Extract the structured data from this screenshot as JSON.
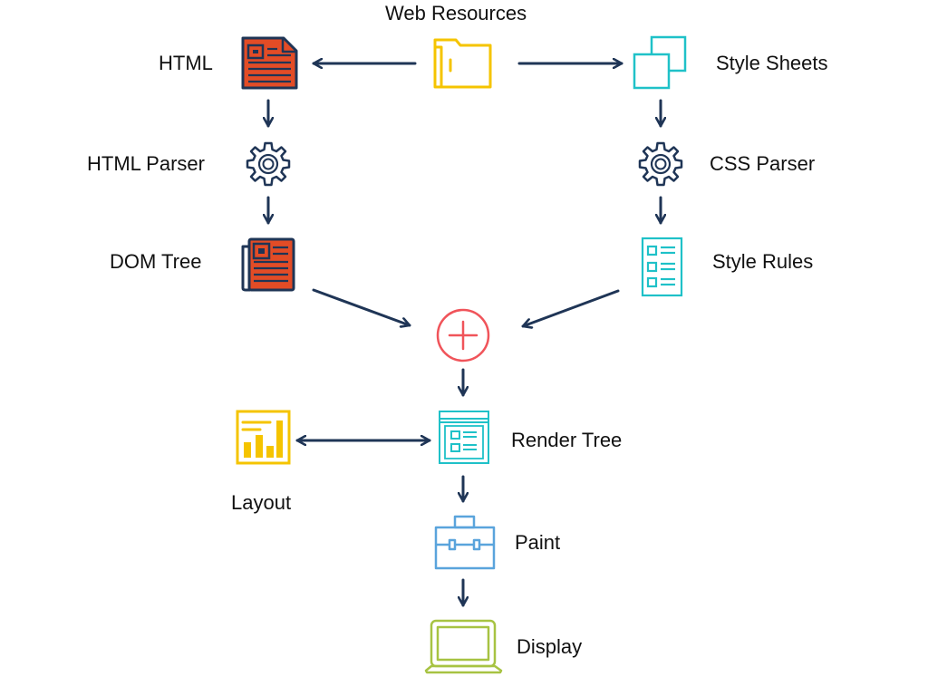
{
  "nodes": {
    "web_resources": "Web Resources",
    "html": "HTML",
    "style_sheets": "Style Sheets",
    "html_parser": "HTML Parser",
    "css_parser": "CSS Parser",
    "dom_tree": "DOM Tree",
    "style_rules": "Style Rules",
    "render_tree": "Render Tree",
    "layout": "Layout",
    "paint": "Paint",
    "display": "Display"
  },
  "icons": {
    "web_resources": "folder-icon",
    "html": "document-icon",
    "style_sheets": "overlapping-squares-icon",
    "html_parser": "gear-icon",
    "css_parser": "gear-icon",
    "dom_tree": "newspaper-icon",
    "style_rules": "checklist-icon",
    "combine": "plus-circle-icon",
    "render_tree": "browser-window-icon",
    "layout": "bar-chart-icon",
    "paint": "toolbox-icon",
    "display": "laptop-icon"
  },
  "colors": {
    "arrow": "#1f3556",
    "html_red": "#e34c26",
    "folder_yellow": "#f5c400",
    "teal": "#1fc1c8",
    "plus_red": "#f0545a",
    "paint_blue": "#5aa4dc",
    "display_green": "#a7c342",
    "layout_yellow": "#f5c400"
  }
}
